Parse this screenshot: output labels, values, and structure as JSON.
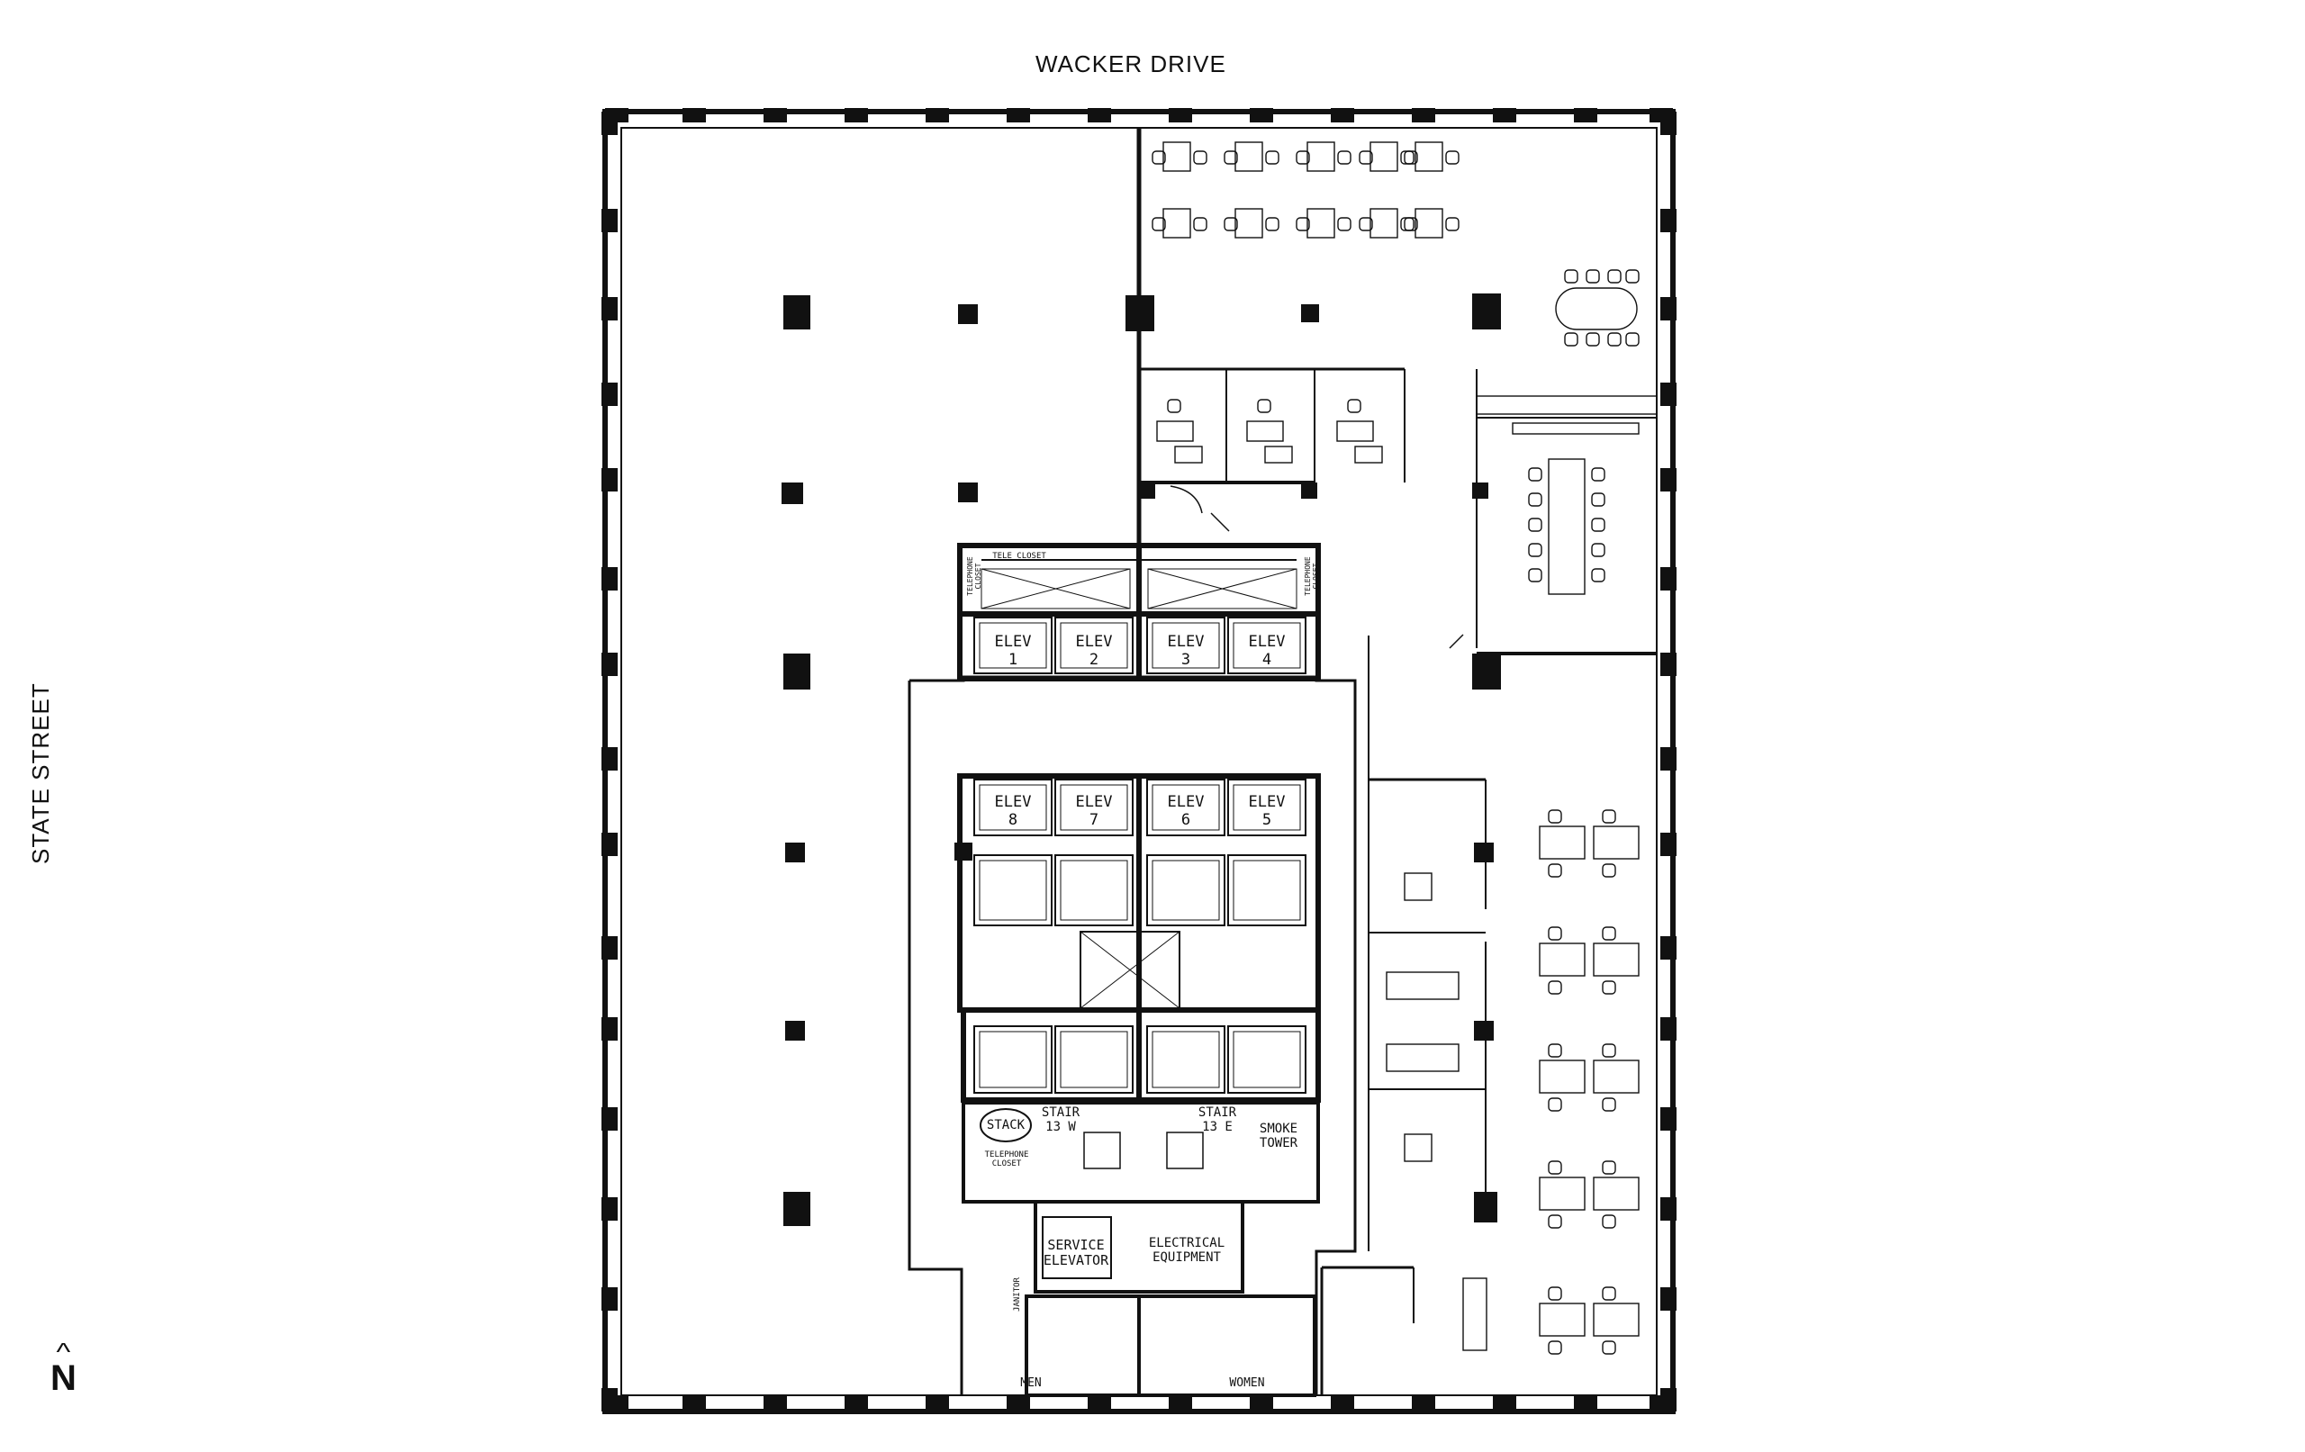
{
  "streets": {
    "top": "WACKER DRIVE",
    "left": "STATE STREET"
  },
  "north": {
    "arrow": "^",
    "letter": "N"
  },
  "labels": {
    "elev1": [
      "ELEV",
      "1"
    ],
    "elev2": [
      "ELEV",
      "2"
    ],
    "elev3": [
      "ELEV",
      "3"
    ],
    "elev4": [
      "ELEV",
      "4"
    ],
    "elev8": [
      "ELEV",
      "8"
    ],
    "elev7": [
      "ELEV",
      "7"
    ],
    "elev6": [
      "ELEV",
      "6"
    ],
    "elev5": [
      "ELEV",
      "5"
    ],
    "tele_closet": "TELE CLOSET",
    "telephone_closet": [
      "TELEPHONE",
      "CLOSET"
    ],
    "telephone_closet_left_v": [
      "TELEPHONE",
      "CLOSET"
    ],
    "telephone_closet_right_v": [
      "TELEPHONE",
      "CLOSET"
    ],
    "stack": "STACK",
    "stair_w": [
      "STAIR",
      "13 W"
    ],
    "stair_e": [
      "STAIR",
      "13 E"
    ],
    "smoke_tower": [
      "SMOKE",
      "TOWER"
    ],
    "service_elevator": [
      "SERVICE",
      "ELEVATOR"
    ],
    "electrical_equipment": [
      "ELECTRICAL",
      "EQUIPMENT"
    ],
    "janitor": "JANITOR",
    "men": "MEN",
    "women": "WOMEN"
  }
}
